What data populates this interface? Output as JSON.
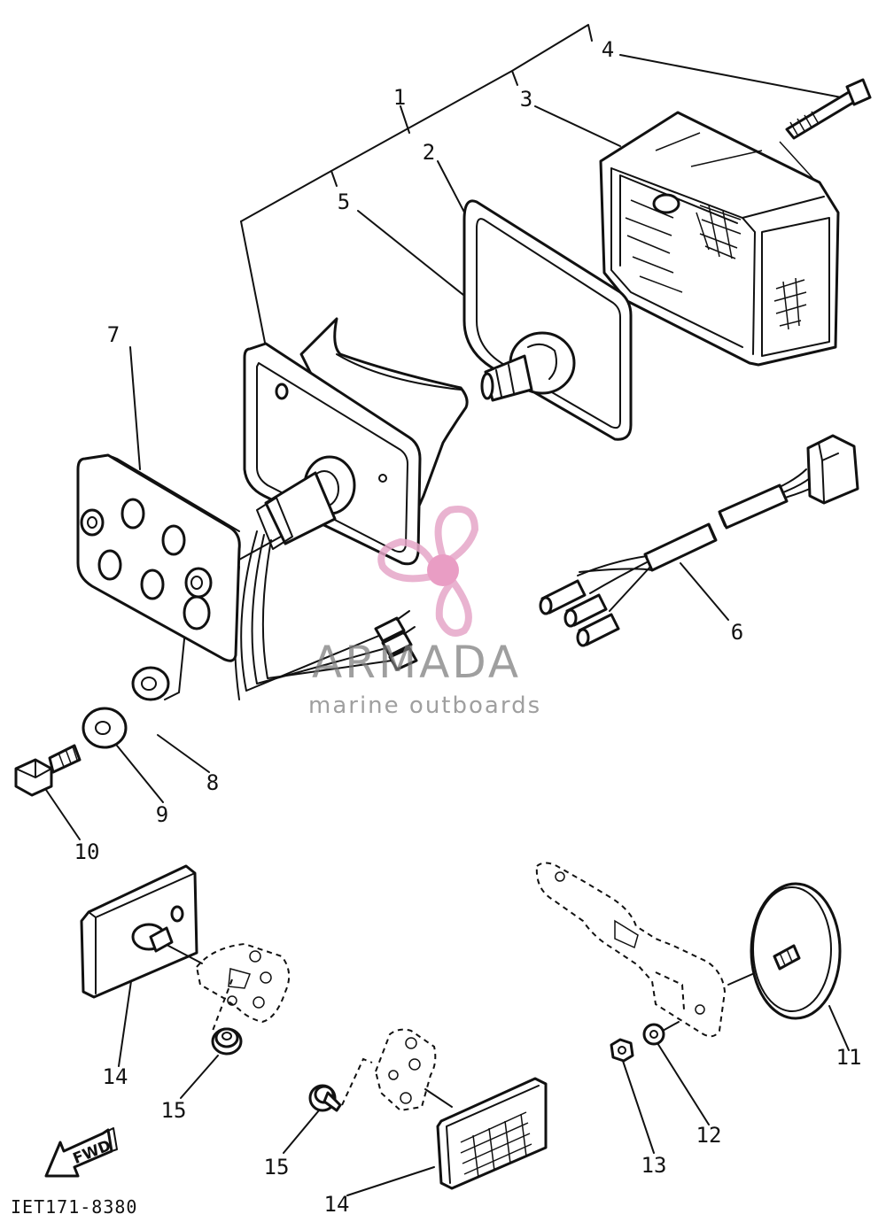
{
  "diagram": {
    "part_labels": [
      "1",
      "2",
      "3",
      "4",
      "5",
      "6",
      "7",
      "8",
      "9",
      "10",
      "11",
      "12",
      "13",
      "14",
      "14",
      "15",
      "15"
    ],
    "drawing_code": "IET171-8380",
    "direction_marker": "FWD"
  },
  "watermark": {
    "brand": "ARMADA",
    "tagline": "marine outboards",
    "logo": "propeller-logo",
    "logo_color": "#e6a6c8",
    "logo_hub_color": "#e68cba"
  }
}
